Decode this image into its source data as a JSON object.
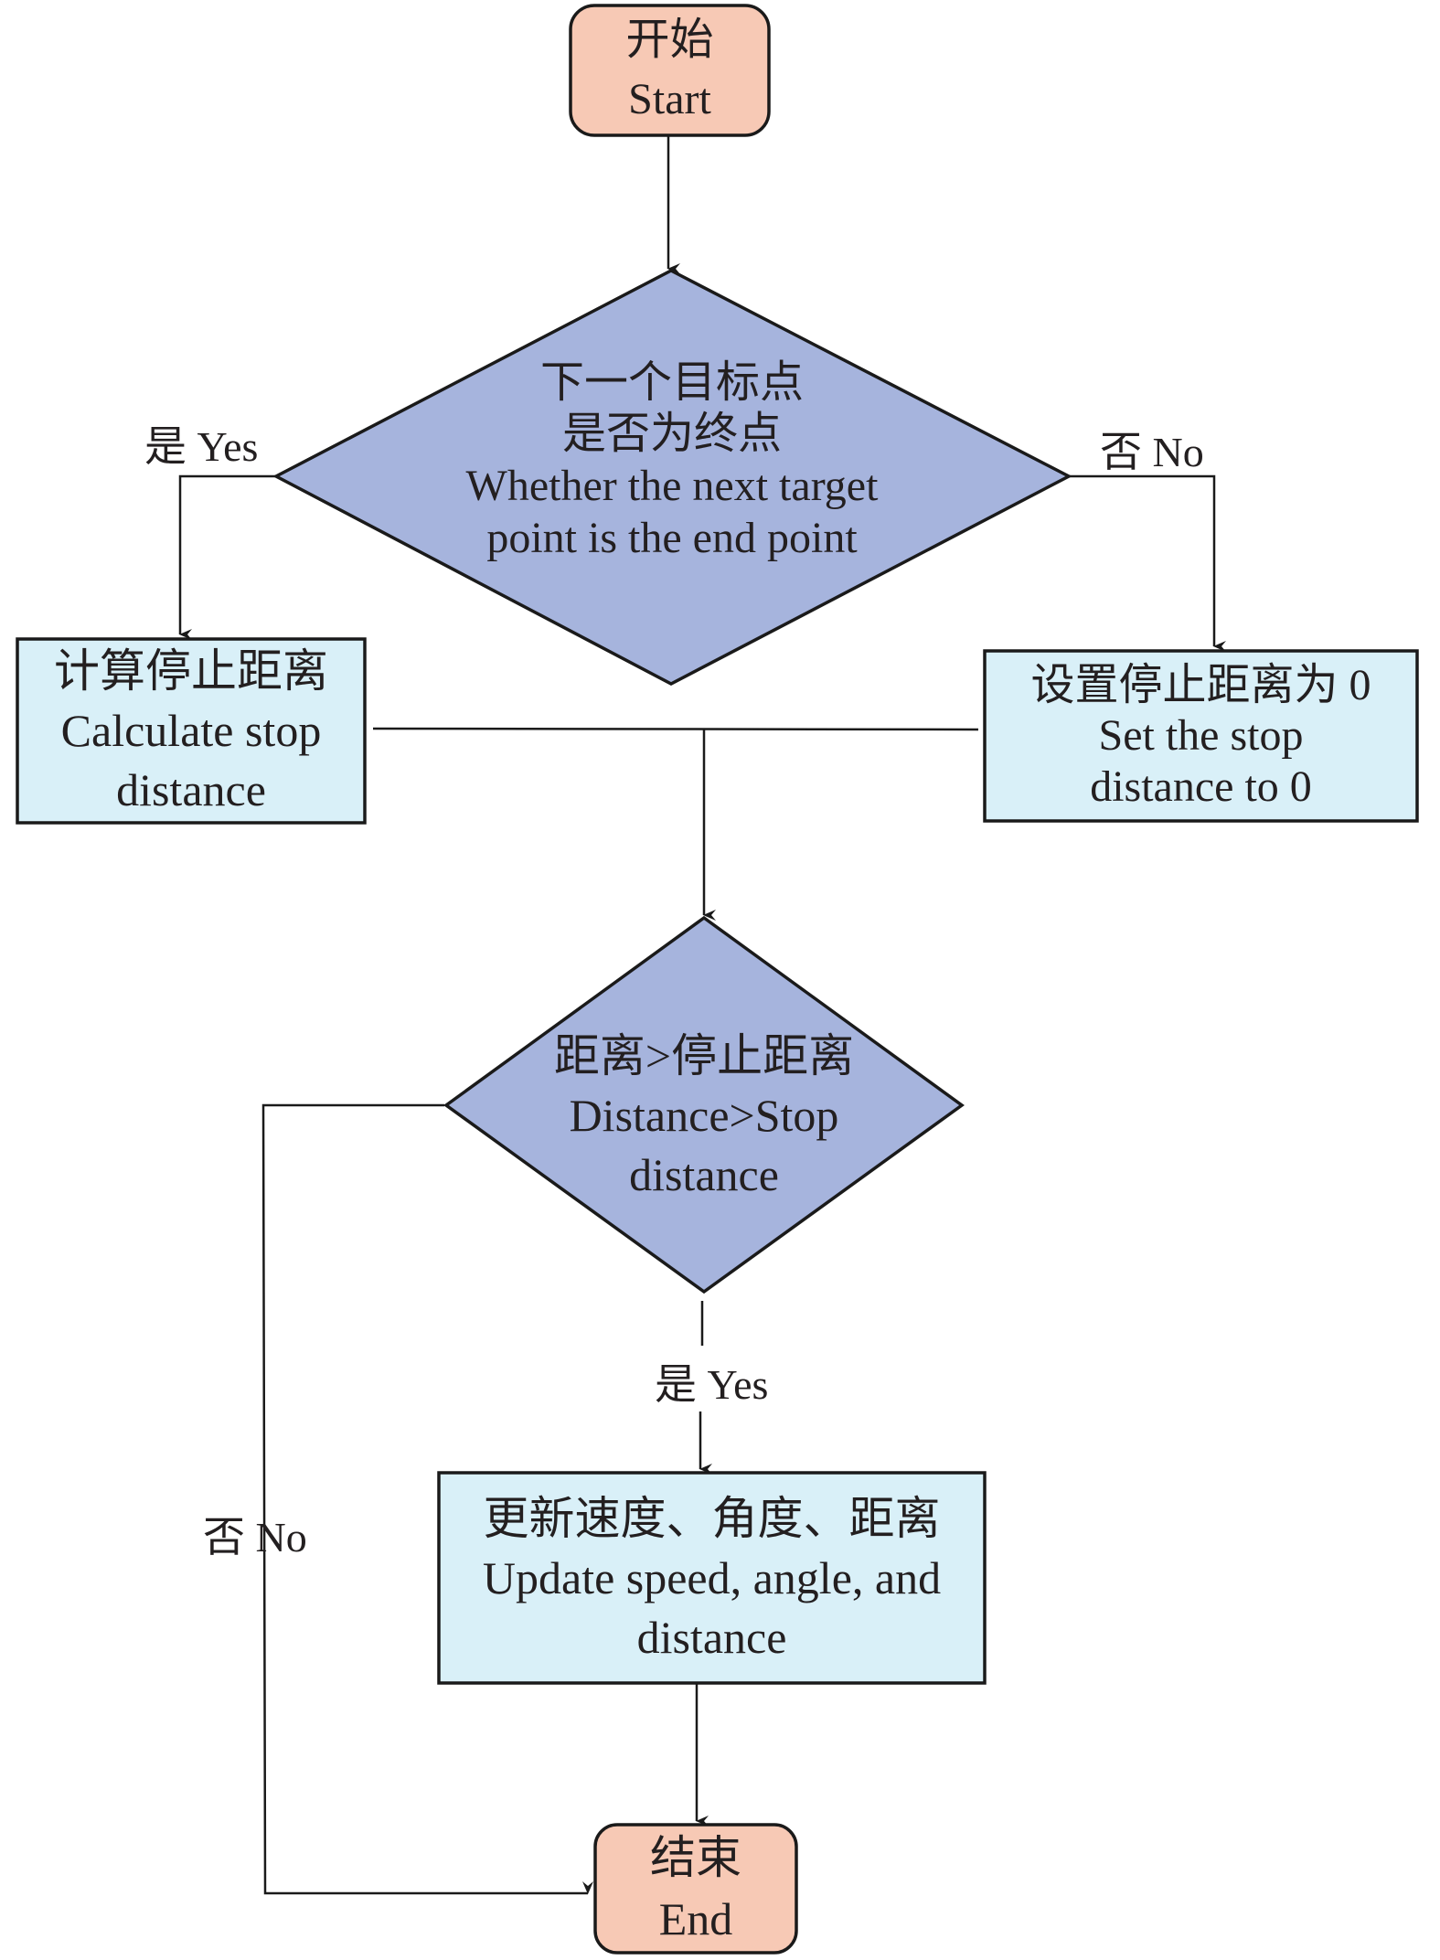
{
  "colors": {
    "terminal_fill": "#f7c9b5",
    "decision_fill": "#a6b4dd",
    "process_fill": "#d9f0f8",
    "stroke": "#1a1a1a"
  },
  "nodes": {
    "start": {
      "zh": "开始",
      "en": "Start"
    },
    "decision_endpoint": {
      "zh_1": "下一个目标点",
      "zh_2": "是否为终点",
      "en_1": "Whether the next target",
      "en_2": "point is the end point"
    },
    "calc_stop": {
      "zh": "计算停止距离",
      "en_1": "Calculate stop",
      "en_2": "distance"
    },
    "set_stop_zero": {
      "zh": "设置停止距离为 0",
      "en_1": "Set the stop",
      "en_2": "distance to 0"
    },
    "decision_distance": {
      "zh": "距离>停止距离",
      "en_1": "Distance>Stop",
      "en_2": "distance"
    },
    "update": {
      "zh": "更新速度、角度、距离",
      "en_1": "Update speed, angle, and",
      "en_2": "distance"
    },
    "end": {
      "zh": "结束",
      "en": "End"
    }
  },
  "edge_labels": {
    "d1_yes": "是 Yes",
    "d1_no": "否 No",
    "d2_yes": "是 Yes",
    "d2_no": "否 No"
  }
}
